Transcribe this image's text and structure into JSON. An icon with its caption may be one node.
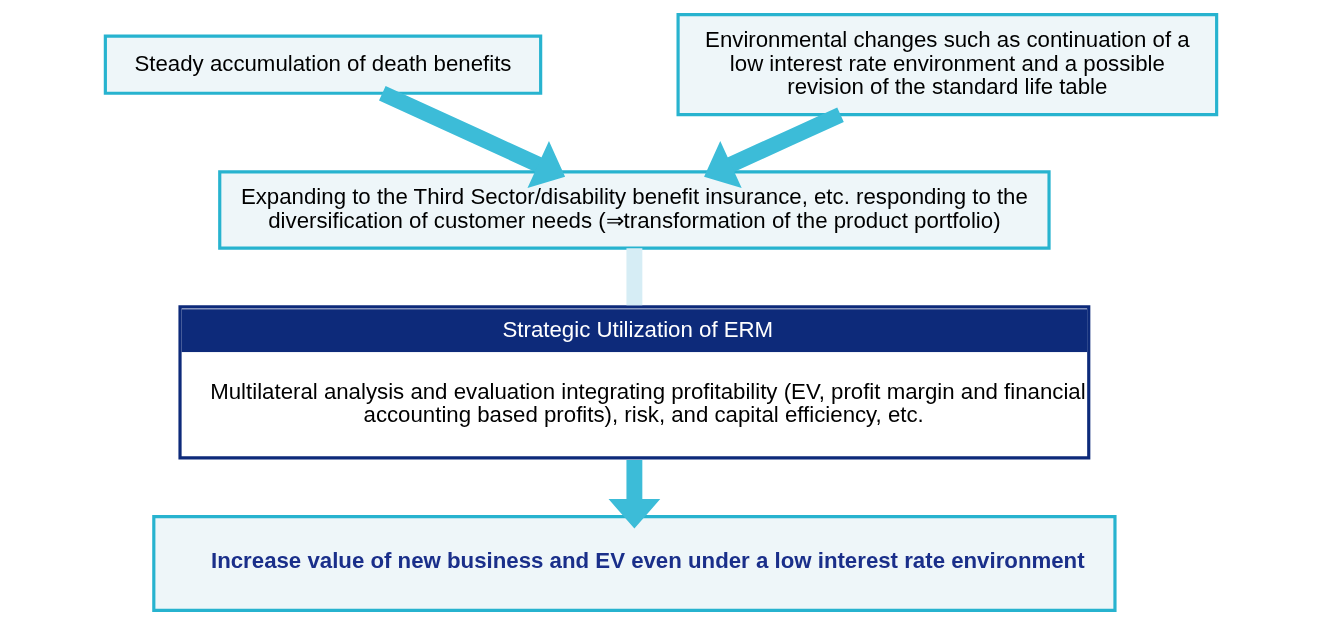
{
  "diagram": {
    "nodes": [
      {
        "text": [
          "Steady accumulation of death benefits"
        ]
      },
      {
        "text": [
          "Environmental changes such as continuation of a low interest rate environment and a possible revision of the standard life table"
        ]
      },
      {
        "text": [
          "Expanding to the Third Sector/disability benefit insurance, etc. responding to the diversification of customer needs (⇒transformation of the product portfolio)"
        ]
      },
      {
        "text": [
          "Strategic Utilization of ERM",
          "Multilateral analysis and evaluation integrating profitability (EV, profit margin and financial accounting based profits), risk, and capital efficiency, etc."
        ]
      },
      {
        "text": [
          "Increase value of new business and EV even under a low interest rate environment"
        ]
      }
    ],
    "edges": [
      {
        "from": 0,
        "to": 2,
        "arrow": "to"
      },
      {
        "from": 1,
        "to": 2,
        "arrow": "to"
      },
      {
        "from": 2,
        "to": 3,
        "arrow": "none",
        "color": "#d6edf5"
      },
      {
        "from": 3,
        "to": 4,
        "arrow": "to"
      }
    ]
  }
}
